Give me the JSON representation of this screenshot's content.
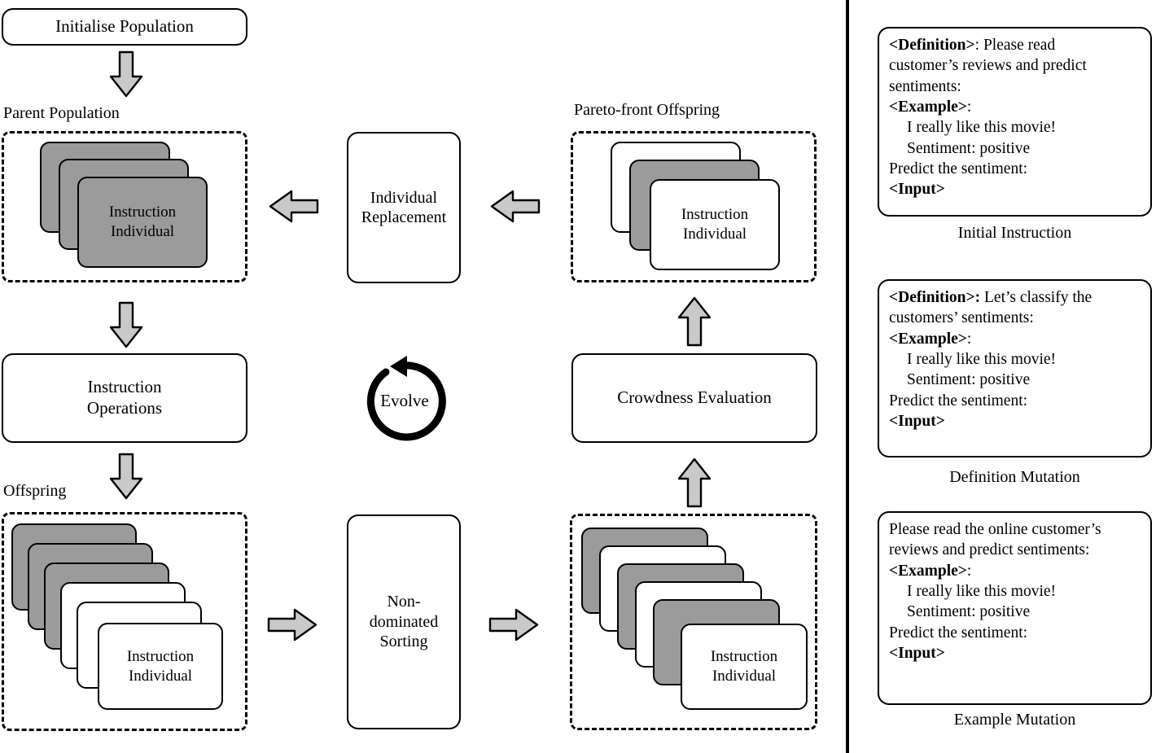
{
  "diagram": {
    "boxes": {
      "initialise_population": "Initialise Population",
      "instruction_operations": "Instruction\nOperations",
      "individual_replacement": "Individual\nReplacement",
      "non_dominated_sorting": "Non-\ndominated\nSorting",
      "crowdness_evaluation": "Crowdness Evaluation",
      "evolve": "Evolve"
    },
    "group_labels": {
      "parent_population": "Parent Population",
      "offspring": "Offspring",
      "pareto_front_offspring": "Pareto-front Offspring"
    },
    "card_label": "Instruction\nIndividual",
    "card_line1": "Instruction",
    "card_line2": "Individual",
    "stacks": {
      "parent_population": [
        "gray",
        "gray",
        "gray"
      ],
      "offspring": [
        "gray",
        "gray",
        "gray",
        "white",
        "white",
        "white"
      ],
      "pareto_front": [
        "white",
        "gray",
        "white"
      ],
      "sorted_offspring": [
        "gray",
        "white",
        "gray",
        "white",
        "gray",
        "white"
      ]
    },
    "colors": {
      "card_gray": "#9b9b9b",
      "card_white": "#ffffff",
      "arrow_fill": "#c9c9c9",
      "stroke": "#000000"
    }
  },
  "prompts": [
    {
      "caption": "Initial Instruction",
      "lines": [
        {
          "bold": "<Definition>",
          "rest": ": Please read",
          "indent": false
        },
        {
          "bold": "",
          "rest": "customer’s reviews and predict",
          "indent": false
        },
        {
          "bold": "",
          "rest": "sentiments:",
          "indent": false
        },
        {
          "bold": "<Example>",
          "rest": ":",
          "indent": false
        },
        {
          "bold": "",
          "rest": "I really like this movie!",
          "indent": true
        },
        {
          "bold": "",
          "rest": "Sentiment: positive",
          "indent": true
        },
        {
          "bold": "",
          "rest": "Predict the sentiment:",
          "indent": false
        },
        {
          "bold": "<Input>",
          "rest": "",
          "indent": false
        }
      ]
    },
    {
      "caption": "Definition Mutation",
      "lines": [
        {
          "bold": "<Definition>:",
          "rest": " Let’s classify the",
          "indent": false
        },
        {
          "bold": "",
          "rest": "customers’ sentiments:",
          "indent": false
        },
        {
          "bold": "<Example>",
          "rest": ":",
          "indent": false
        },
        {
          "bold": "",
          "rest": "I really like this movie!",
          "indent": true
        },
        {
          "bold": "",
          "rest": "Sentiment: positive",
          "indent": true
        },
        {
          "bold": "",
          "rest": "Predict the sentiment:",
          "indent": false
        },
        {
          "bold": "<Input>",
          "rest": "",
          "indent": false
        }
      ]
    },
    {
      "caption": "Example Mutation",
      "lines": [
        {
          "bold": "",
          "rest": "Please read the online customer’s",
          "indent": false
        },
        {
          "bold": "",
          "rest": "reviews and predict sentiments:",
          "indent": false
        },
        {
          "bold": "<Example>",
          "rest": ":",
          "indent": false
        },
        {
          "bold": "",
          "rest": "I really like this movie!",
          "indent": true
        },
        {
          "bold": "",
          "rest": "Sentiment: positive",
          "indent": true
        },
        {
          "bold": "",
          "rest": "Predict the sentiment:",
          "indent": false
        },
        {
          "bold": "<Input>",
          "rest": "",
          "indent": false
        }
      ]
    }
  ]
}
